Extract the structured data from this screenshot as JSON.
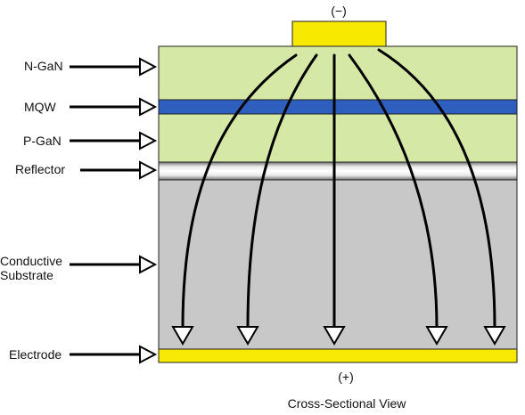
{
  "diagram": {
    "top_terminal": "(−)",
    "bottom_terminal": "(+)",
    "caption": "Cross-Sectional View",
    "labels": {
      "n_gan": "N-GaN",
      "mqw": "MQW",
      "p_gan": "P-GaN",
      "reflector": "Reflector",
      "substrate_line1": "Conductive",
      "substrate_line2": "Substrate",
      "electrode": "Electrode"
    },
    "colors": {
      "gan_layer": "#d5e8a6",
      "mqw_layer": "#2e5fbf",
      "substrate": "#c8c8c8",
      "contact": "#f7ea00",
      "outline": "#222222",
      "arrow": "#000000"
    }
  }
}
